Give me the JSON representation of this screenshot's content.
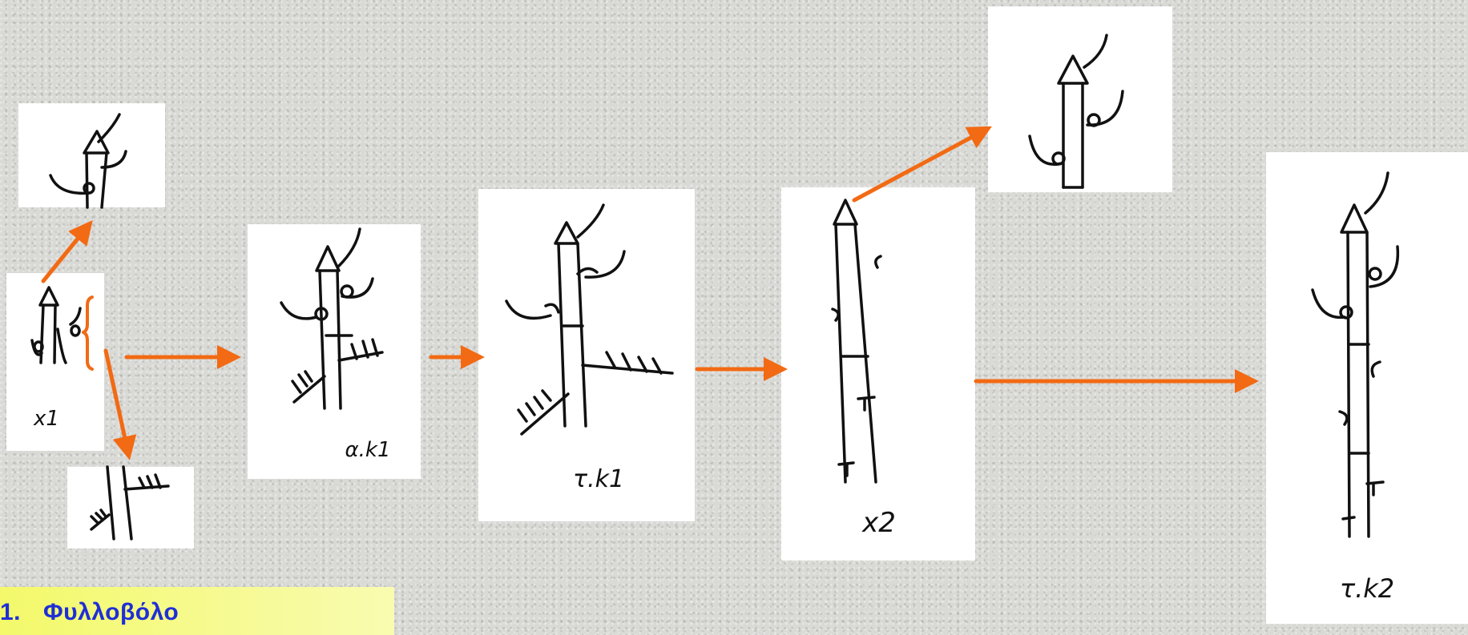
{
  "labels": {
    "x1": "x1",
    "ak1": "α.k1",
    "tk1": "τ.k1",
    "x2": "x2",
    "tk2": "τ.k2"
  },
  "title": {
    "number": "1.",
    "text": "Φυλλοβόλο"
  },
  "colors": {
    "arrow": "#f26a13",
    "title_text": "#1f2fd6",
    "title_background": "#f3f96a"
  }
}
